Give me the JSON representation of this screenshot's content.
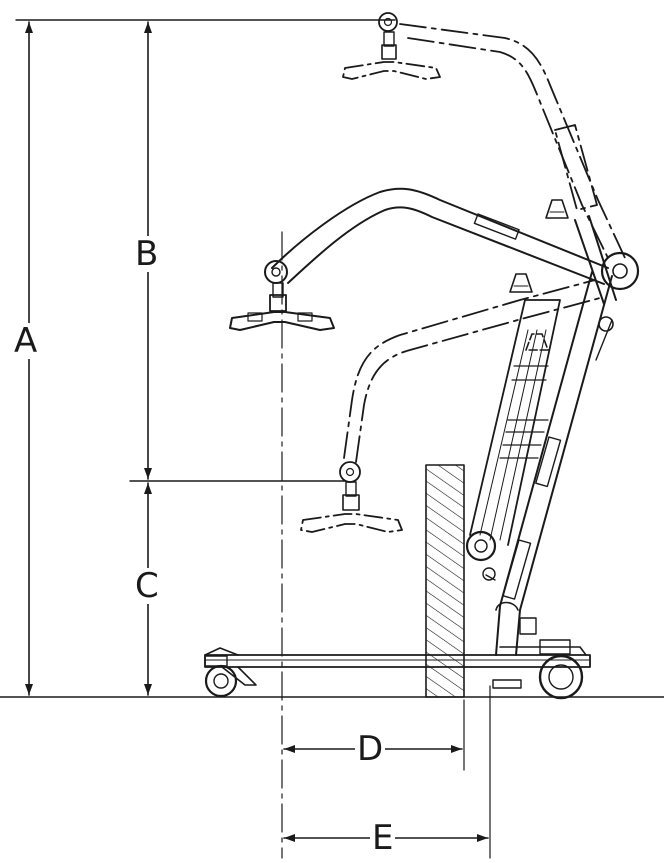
{
  "diagram": {
    "labels": {
      "A": "A",
      "B": "B",
      "C": "C",
      "D": "D",
      "E": "E"
    },
    "colors": {
      "stroke": "#1a1a1a",
      "background": "#ffffff"
    }
  }
}
